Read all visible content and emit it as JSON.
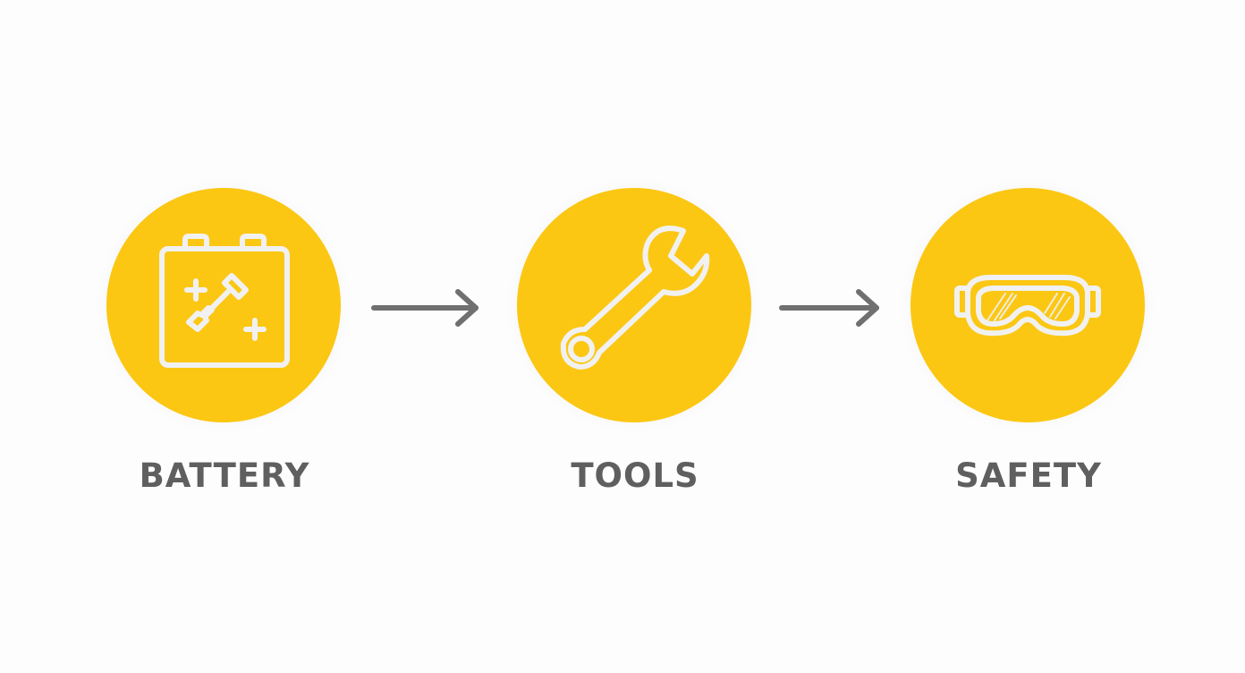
{
  "colors": {
    "circle_fill": "#fbc713",
    "icon_stroke": "#f1f1f1",
    "label_text": "#5f5f5f",
    "arrow": "#707070",
    "background": "#fdfdfd"
  },
  "steps": [
    {
      "label": "BATTERY",
      "icon": "battery-icon"
    },
    {
      "label": "TOOLS",
      "icon": "wrench-icon"
    },
    {
      "label": "SAFETY",
      "icon": "safety-goggles-icon"
    }
  ],
  "connectors": [
    {
      "from": "BATTERY",
      "to": "TOOLS",
      "icon": "arrow-right-icon"
    },
    {
      "from": "TOOLS",
      "to": "SAFETY",
      "icon": "arrow-right-icon"
    }
  ]
}
